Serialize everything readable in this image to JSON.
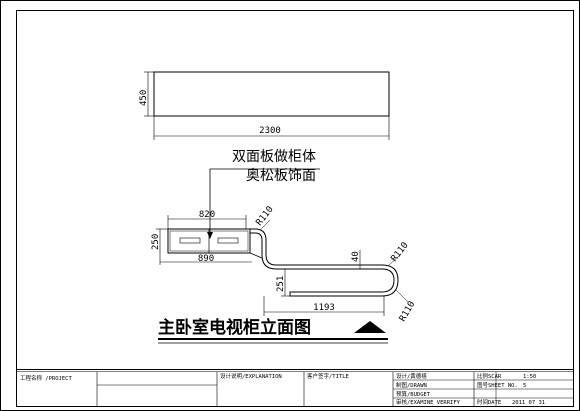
{
  "front_view": {
    "height_dim": "450",
    "width_dim": "2300"
  },
  "notes": {
    "line1": "双面板做柜体",
    "line2": "奥松板饰面"
  },
  "plan_view": {
    "dim_top": "820",
    "dim_left": "250",
    "dim_bottom": "890",
    "dim_radius_1": "R110",
    "dim_mid": "40",
    "dim_radius_2": "R110",
    "dim_radius_3": "R110",
    "dim_step": "251",
    "dim_length": "1193"
  },
  "drawing_title": "主卧室电视柜立面图",
  "title_block": {
    "project_label": "工程名称 /PROJECT",
    "explanation_label": "设计说明/EXPLANATION",
    "client_label": "客户签字/TITLE",
    "design_label": "设计/黄德禧",
    "drawn_label": "制图/DRAWN",
    "budget_label": "预算/BUDGET",
    "verify_label": "审核/EXAMINE VERRIFY",
    "scale_label": "比例SCAR",
    "scale_value": "1:50",
    "sheet_label": "图号SHEET NO.",
    "sheet_value": "5",
    "date_label": "时间DATE",
    "date_value": "2011  07 31"
  }
}
